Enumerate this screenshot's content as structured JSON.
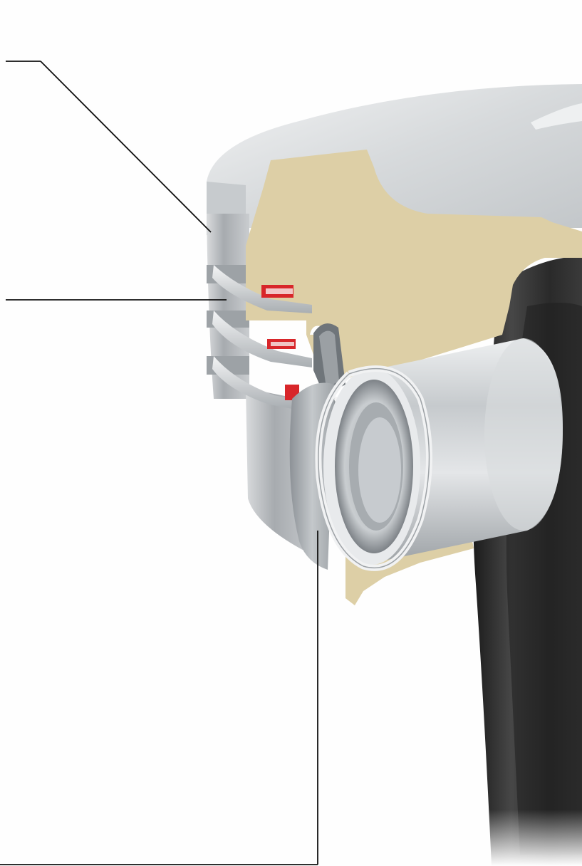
{
  "figure": {
    "subject": "piston-cutaway-with-rings-and-pin",
    "callouts": [
      {
        "id": "piston-crown",
        "label": ""
      },
      {
        "id": "piston-ring-pack",
        "label": ""
      },
      {
        "id": "pin-boss",
        "label": ""
      }
    ]
  },
  "colors": {
    "background": "#fefefe",
    "section_cut": "#ddcfa6",
    "ring_section": "#d8262a",
    "rod": "#2b2b2b",
    "pin": "#bfc3c6",
    "piston_metal": "#b8bcc0",
    "leader_line": "#111111"
  }
}
